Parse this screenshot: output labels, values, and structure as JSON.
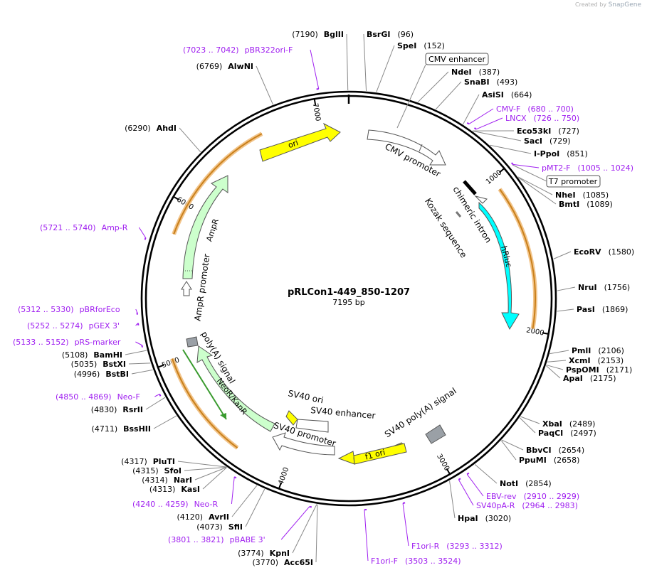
{
  "credit": {
    "prefix": "Created by",
    "brand": "SnapGene"
  },
  "plasmid": {
    "name": "pRLCon1-449_850-1207",
    "size_label": "7195 bp",
    "length": 7195
  },
  "colors": {
    "backbone": "#000000",
    "enzyme_leader": "#888888",
    "primer": "#a020f0",
    "ori": "#ffff00",
    "promoter": "#ffffff",
    "hrluc": "#00ffff",
    "marker": "#ccffcc",
    "polya": "#999999",
    "orf_arrow": "#e8a238"
  },
  "ticks": [
    {
      "label": "1000",
      "pos": 1000
    },
    {
      "label": "2000",
      "pos": 2000
    },
    {
      "label": "3000",
      "pos": 3000
    },
    {
      "label": "4000",
      "pos": 4000
    },
    {
      "label": "5000",
      "pos": 5000
    },
    {
      "label": "6000",
      "pos": 6000
    },
    {
      "label": "7000",
      "pos": 7000
    }
  ],
  "enzymes": [
    {
      "name": "BglII",
      "pos": 7190,
      "poslabel": "(7190)"
    },
    {
      "name": "BsrGI",
      "pos": 96,
      "poslabel": "(96)"
    },
    {
      "name": "SpeI",
      "pos": 152,
      "poslabel": "(152)"
    },
    {
      "name": "NdeI",
      "pos": 387,
      "poslabel": "(387)"
    },
    {
      "name": "SnaBI",
      "pos": 493,
      "poslabel": "(493)"
    },
    {
      "name": "AsiSI",
      "pos": 664,
      "poslabel": "(664)"
    },
    {
      "name": "Eco53kI",
      "pos": 727,
      "poslabel": "(727)"
    },
    {
      "name": "SacI",
      "pos": 729,
      "poslabel": "(729)"
    },
    {
      "name": "I-PpoI",
      "pos": 851,
      "poslabel": "(851)"
    },
    {
      "name": "NheI",
      "pos": 1085,
      "poslabel": "(1085)"
    },
    {
      "name": "BmtI",
      "pos": 1089,
      "poslabel": "(1089)"
    },
    {
      "name": "EcoRV",
      "pos": 1580,
      "poslabel": "(1580)"
    },
    {
      "name": "NruI",
      "pos": 1756,
      "poslabel": "(1756)"
    },
    {
      "name": "PasI",
      "pos": 1869,
      "poslabel": "(1869)"
    },
    {
      "name": "PmlI",
      "pos": 2106,
      "poslabel": "(2106)"
    },
    {
      "name": "XcmI",
      "pos": 2153,
      "poslabel": "(2153)"
    },
    {
      "name": "PspOMI",
      "pos": 2171,
      "poslabel": "(2171)"
    },
    {
      "name": "ApaI",
      "pos": 2175,
      "poslabel": "(2175)"
    },
    {
      "name": "XbaI",
      "pos": 2489,
      "poslabel": "(2489)"
    },
    {
      "name": "PaqCI",
      "pos": 2497,
      "poslabel": "(2497)"
    },
    {
      "name": "BbvCI",
      "pos": 2654,
      "poslabel": "(2654)"
    },
    {
      "name": "PpuMI",
      "pos": 2658,
      "poslabel": "(2658)"
    },
    {
      "name": "NotI",
      "pos": 2854,
      "poslabel": "(2854)"
    },
    {
      "name": "HpaI",
      "pos": 3020,
      "poslabel": "(3020)"
    },
    {
      "name": "KpnI",
      "pos": 3774,
      "poslabel": "(3774)"
    },
    {
      "name": "Acc65I",
      "pos": 3770,
      "poslabel": "(3770)"
    },
    {
      "name": "SfiI",
      "pos": 4073,
      "poslabel": "(4073)"
    },
    {
      "name": "AvrII",
      "pos": 4120,
      "poslabel": "(4120)"
    },
    {
      "name": "KasI",
      "pos": 4313,
      "poslabel": "(4313)"
    },
    {
      "name": "NarI",
      "pos": 4314,
      "poslabel": "(4314)"
    },
    {
      "name": "SfoI",
      "pos": 4315,
      "poslabel": "(4315)"
    },
    {
      "name": "PluTI",
      "pos": 4317,
      "poslabel": "(4317)"
    },
    {
      "name": "BssHII",
      "pos": 4711,
      "poslabel": "(4711)"
    },
    {
      "name": "RsrII",
      "pos": 4830,
      "poslabel": "(4830)"
    },
    {
      "name": "BstBI",
      "pos": 4996,
      "poslabel": "(4996)"
    },
    {
      "name": "BstXI",
      "pos": 5035,
      "poslabel": "(5035)"
    },
    {
      "name": "BamHI",
      "pos": 5108,
      "poslabel": "(5108)"
    },
    {
      "name": "AhdI",
      "pos": 6290,
      "poslabel": "(6290)"
    },
    {
      "name": "AlwNI",
      "pos": 6769,
      "poslabel": "(6769)"
    }
  ],
  "primers": [
    {
      "name": "pBR322ori-F",
      "range": "(7023 .. 7042)",
      "pos": 7032
    },
    {
      "name": "CMV-F",
      "range": "(680 .. 700)",
      "pos": 690
    },
    {
      "name": "LNCX",
      "range": "(726 .. 750)",
      "pos": 738
    },
    {
      "name": "pMT2-F",
      "range": "(1005 .. 1024)",
      "pos": 1014
    },
    {
      "name": "EBV-rev",
      "range": "(2910 .. 2929)",
      "pos": 2920
    },
    {
      "name": "SV40pA-R",
      "range": "(2964 .. 2983)",
      "pos": 2974
    },
    {
      "name": "F1ori-R",
      "range": "(3293 .. 3312)",
      "pos": 3302
    },
    {
      "name": "F1ori-F",
      "range": "(3503 .. 3524)",
      "pos": 3513
    },
    {
      "name": "pBABE 3'",
      "range": "(3801 .. 3821)",
      "pos": 3811
    },
    {
      "name": "Neo-R",
      "range": "(4240 .. 4259)",
      "pos": 4250
    },
    {
      "name": "Neo-F",
      "range": "(4850 .. 4869)",
      "pos": 4860
    },
    {
      "name": "pRS-marker",
      "range": "(5133 .. 5152)",
      "pos": 5142
    },
    {
      "name": "pGEX 3'",
      "range": "(5252 .. 5274)",
      "pos": 5263
    },
    {
      "name": "pBRforEco",
      "range": "(5312 .. 5330)",
      "pos": 5321
    },
    {
      "name": "Amp-R",
      "range": "(5721 .. 5740)",
      "pos": 5730
    }
  ],
  "boxed_labels": [
    {
      "text": "CMV enhancer"
    },
    {
      "text": "T7 promoter"
    }
  ],
  "features": [
    {
      "name": "CMV promoter"
    },
    {
      "name": "chimeric intron"
    },
    {
      "name": "Kozak sequence"
    },
    {
      "name": "hRluc"
    },
    {
      "name": "SV40 poly(A) signal"
    },
    {
      "name": "f1 ori"
    },
    {
      "name": "SV40 ori"
    },
    {
      "name": "SV40 enhancer"
    },
    {
      "name": "SV40 promoter"
    },
    {
      "name": "NeoR/KanR"
    },
    {
      "name": "poly(A) signal"
    },
    {
      "name": "AmpR promoter"
    },
    {
      "name": "AmpR"
    },
    {
      "name": "ori"
    }
  ]
}
